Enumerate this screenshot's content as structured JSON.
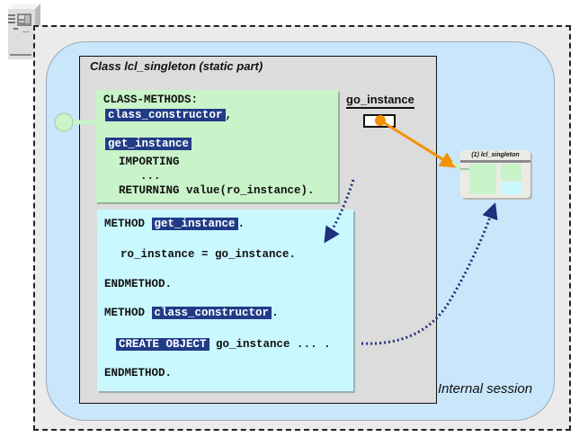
{
  "class_box": {
    "title": "Class lcl_singleton (static part)"
  },
  "definition": {
    "line1": "CLASS-METHODS:",
    "class_constructor": "class_constructor",
    "comma": ",",
    "get_instance": "get_instance",
    "importing": "IMPORTING",
    "ellipsis": "...",
    "returning": "RETURNING value(ro_instance)."
  },
  "implementation": {
    "method_kw": "METHOD",
    "get_instance": "get_instance",
    "period": ".",
    "assign_line": "ro_instance = go_instance.",
    "endmethod": "ENDMETHOD.",
    "class_constructor": "class_constructor",
    "create_object": "CREATE OBJECT",
    "create_rest": "go_instance ... ."
  },
  "static_attribute": {
    "label": "go_instance"
  },
  "instance": {
    "title": "(1) lcl_singleton"
  },
  "session": {
    "label": "Internal session"
  },
  "colors": {
    "highlight": "#213b87",
    "reference_arrow": "#f39200",
    "dotted_arrow": "#1f2f7a"
  }
}
